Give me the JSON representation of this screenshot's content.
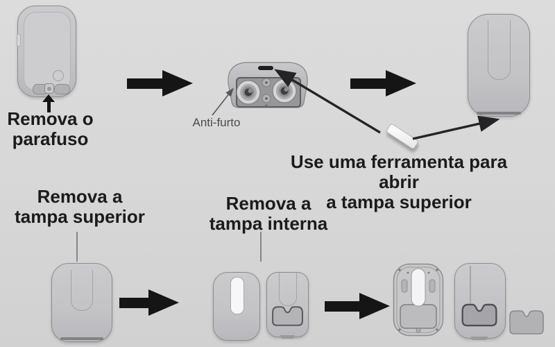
{
  "page": {
    "language": "pt-BR",
    "background": "#d8d8d8",
    "description": "Instruções de desmontagem do dispositivo"
  },
  "colors": {
    "arrow": "#151515",
    "label_text": "#1b1b1b",
    "muted_label": "#4b4b4b",
    "device_fill": "#c3c3c6",
    "device_border": "#8d8d91",
    "tool_fill": "#ffffff"
  },
  "steps": {
    "remove_screw": {
      "line1": "Remova o",
      "line2": "parafuso"
    },
    "anti_theft": {
      "callout": "Anti-furto"
    },
    "use_tool": {
      "line1": "Use uma ferramenta para abrir",
      "line2": "a tampa superior"
    },
    "remove_top_cover": {
      "line1": "Remova a",
      "line2": "tampa superior"
    },
    "remove_inner_cover": {
      "line1": "Remova a",
      "line2": "tampa interna"
    }
  }
}
